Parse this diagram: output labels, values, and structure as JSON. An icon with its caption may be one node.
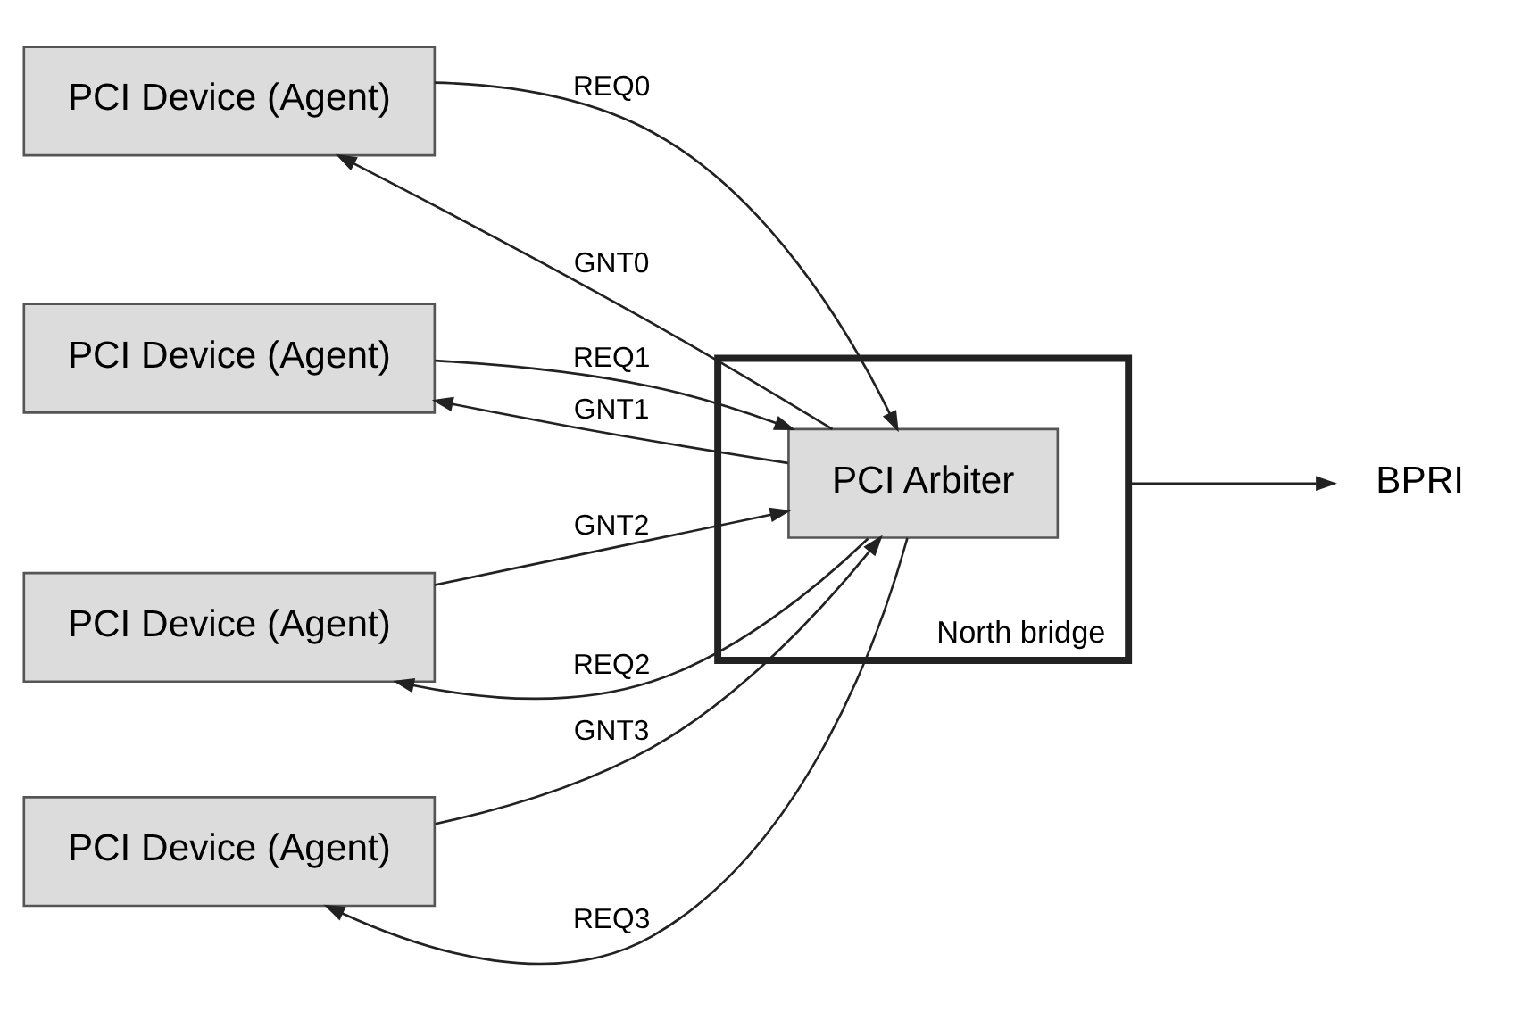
{
  "diagram": {
    "nodes": [
      {
        "text": [
          "PCI Device (Agent)"
        ]
      },
      {
        "text": [
          "PCI Device (Agent)"
        ]
      },
      {
        "text": [
          "PCI Device (Agent)"
        ]
      },
      {
        "text": [
          "PCI Device (Agent)"
        ]
      },
      {
        "text": [
          "North bridge"
        ]
      },
      {
        "text": [
          "PCI Arbiter"
        ],
        "in": 4
      },
      {
        "text": [
          "BPRI"
        ]
      }
    ],
    "edges": [
      {
        "from": 0,
        "to": 5,
        "arrow": "to",
        "label": "REQ0"
      },
      {
        "from": 5,
        "to": 0,
        "arrow": "to",
        "label": "GNT0"
      },
      {
        "from": 1,
        "to": 5,
        "arrow": "to",
        "label": "REQ1"
      },
      {
        "from": 5,
        "to": 1,
        "arrow": "to",
        "label": "GNT1"
      },
      {
        "from": 5,
        "to": 2,
        "arrow": "to",
        "label": "REQ2"
      },
      {
        "from": 2,
        "to": 5,
        "arrow": "to",
        "label": "GNT2"
      },
      {
        "from": 5,
        "to": 3,
        "arrow": "to",
        "label": "REQ3"
      },
      {
        "from": 3,
        "to": 5,
        "arrow": "to",
        "label": "GNT3"
      },
      {
        "from": 4,
        "to": 6,
        "arrow": "to"
      }
    ]
  }
}
